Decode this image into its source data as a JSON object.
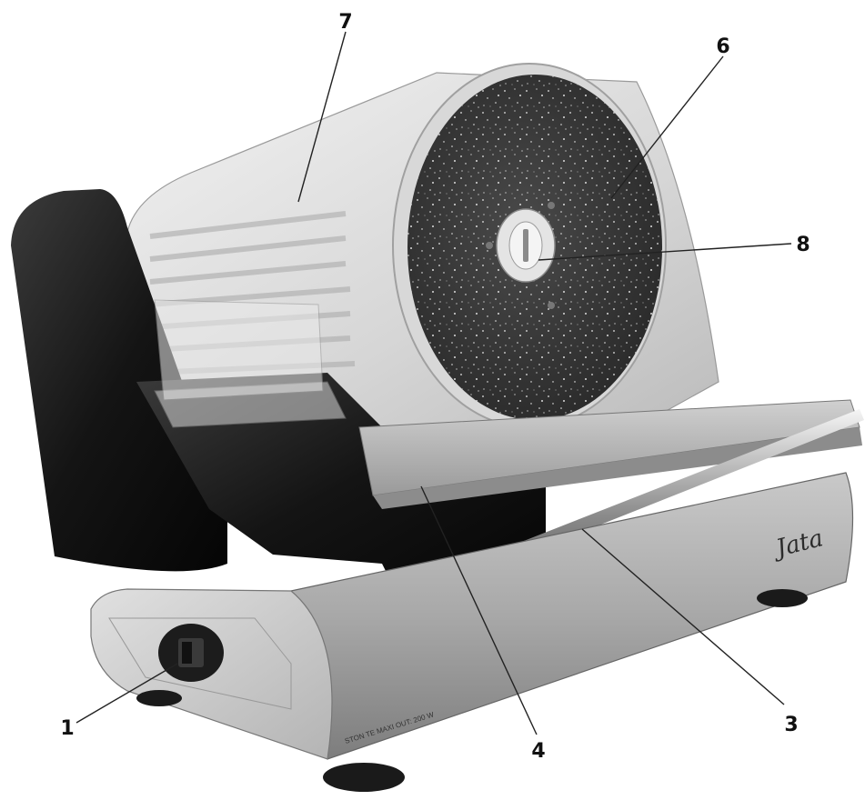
{
  "figure": {
    "callouts": [
      {
        "id": "1",
        "label": "1"
      },
      {
        "id": "3",
        "label": "3"
      },
      {
        "id": "4",
        "label": "4"
      },
      {
        "id": "6",
        "label": "6"
      },
      {
        "id": "7",
        "label": "7"
      },
      {
        "id": "8",
        "label": "8"
      }
    ],
    "brand_logo": "Jata",
    "rating_plate": "STON TE MAXI OUT: 200 W"
  }
}
